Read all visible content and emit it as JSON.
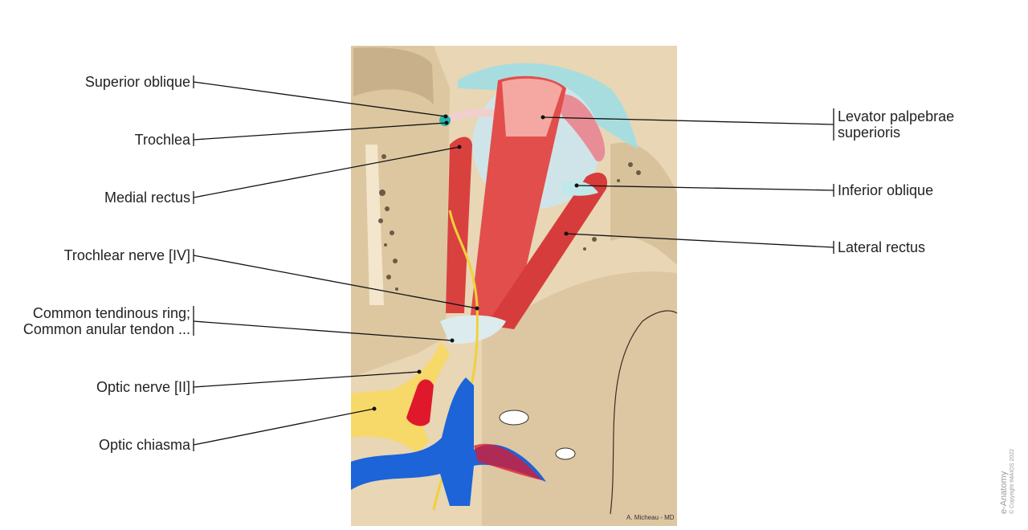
{
  "figure": {
    "type": "anatomical-illustration",
    "subject": "Extraocular muscles, superior view of orbit",
    "signature": "A. Micheau - MD",
    "watermark": {
      "brand": "e-Anatomy",
      "copyright": "© Copyright IMAIOS 2022"
    }
  },
  "labels_left": [
    {
      "id": "superior-oblique",
      "text": "Superior oblique"
    },
    {
      "id": "trochlea",
      "text": "Trochlea"
    },
    {
      "id": "medial-rectus",
      "text": "Medial rectus"
    },
    {
      "id": "trochlear-nerve",
      "text": "Trochlear nerve [IV]"
    },
    {
      "id": "common-tendinous-ring",
      "line1": "Common tendinous ring;",
      "line2": "Common anular tendon ..."
    },
    {
      "id": "optic-nerve",
      "text": "Optic nerve [II]"
    },
    {
      "id": "optic-chiasma",
      "text": "Optic chiasma"
    }
  ],
  "labels_right": [
    {
      "id": "levator-palpebrae",
      "line1": "Levator palpebrae",
      "line2": "superioris"
    },
    {
      "id": "inferior-oblique",
      "text": "Inferior oblique"
    },
    {
      "id": "lateral-rectus",
      "text": "Lateral rectus"
    }
  ],
  "colors": {
    "bone": "#e6d3b1",
    "bone_dark": "#c9ae86",
    "muscle": "#e04a4a",
    "muscle_light": "#f08a86",
    "globe": "#cfe6ea",
    "conjunctiva": "#9fd8dc",
    "nerve": "#f2d84a",
    "optic": "#f7d96a",
    "vein": "#1c64d8",
    "artery": "#e0182c",
    "gland": "#e98a94",
    "leader": "#111111"
  }
}
